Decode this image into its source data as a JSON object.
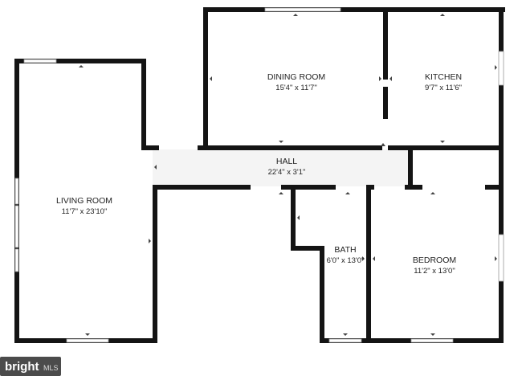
{
  "rooms": {
    "dining": {
      "name": "DINING ROOM",
      "dims": "15'4\" x 11'7\""
    },
    "kitchen": {
      "name": "KITCHEN",
      "dims": "9'7\" x 11'6\""
    },
    "hall": {
      "name": "HALL",
      "dims": "22'4\" x 3'1\""
    },
    "living": {
      "name": "LIVING ROOM",
      "dims": "11'7\" x 23'10\""
    },
    "bath": {
      "name": "BATH",
      "dims": "6'0\" x 13'0\""
    },
    "bedroom": {
      "name": "BEDROOM",
      "dims": "11'2\" x 13'0\""
    }
  },
  "watermark": {
    "brand": "bright",
    "suffix": "MLS"
  }
}
